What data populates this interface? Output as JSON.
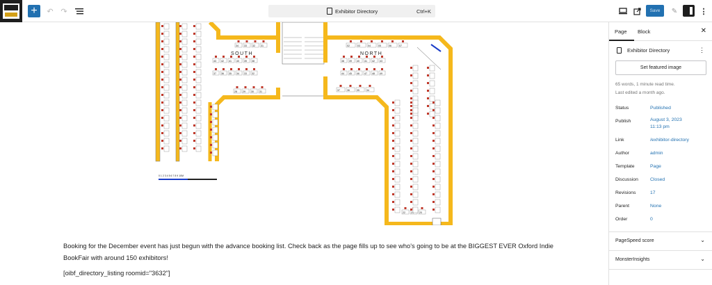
{
  "topbar": {
    "document_title": "Exhibitor Directory",
    "shortcut": "Ctrl+K",
    "save_label": "Save"
  },
  "floorplan": {
    "south_label": "SOUTH",
    "north_label": "NORTH",
    "scale_label": "0 1 2 3 4 5 6 7 8 9 10M",
    "south_top_booths": [
      "34",
      "33",
      "32",
      "31"
    ],
    "south_mid_booths": [
      "43",
      "42",
      "41",
      "40",
      "39",
      "38"
    ],
    "south_mid2_booths": [
      "37",
      "36",
      "35",
      "34",
      "33",
      "32"
    ],
    "south_bottom_booths": [
      "28",
      "29",
      "30",
      "31"
    ],
    "north_top_booths": [
      "02",
      "03",
      "04",
      "05",
      "06",
      "07"
    ],
    "north_mid_booths": [
      "38",
      "39",
      "40",
      "41",
      "42",
      "43"
    ],
    "north_mid2_booths": [
      "44",
      "45",
      "46",
      "47",
      "48",
      "49"
    ],
    "north_bottom_booths": [
      "37",
      "36",
      "35",
      "34"
    ],
    "bottom_booths": [
      "22",
      "21",
      "20"
    ]
  },
  "content": {
    "paragraph": "Booking for the December event has just begun with the advance booking list. Check back as the page fills up to see who's going to be at the BIGGEST EVER Oxford Indie BookFair with around 150 exhibitors!",
    "shortcode": "[oibf_directory_listing roomid=\"3632\"]"
  },
  "sidebar": {
    "tab_page": "Page",
    "tab_block": "Block",
    "doc_title": "Exhibitor Directory",
    "featured_image_button": "Set featured image",
    "word_count": "65 words, 1 minute read time.",
    "last_edited": "Last edited a month ago.",
    "fields": [
      {
        "label": "Status",
        "value": "Published"
      },
      {
        "label": "Publish",
        "value": "August 3, 2023",
        "value2": "11:13 pm"
      },
      {
        "label": "Link",
        "value": "/exhibitor-directory"
      },
      {
        "label": "Author",
        "value": "admin"
      },
      {
        "label": "Template",
        "value": "Page"
      },
      {
        "label": "Discussion",
        "value": "Closed"
      },
      {
        "label": "Revisions",
        "value": "17"
      },
      {
        "label": "Parent",
        "value": "None"
      },
      {
        "label": "Order",
        "value": "0"
      }
    ],
    "panels": [
      "PageSpeed score",
      "MonsterInsights"
    ]
  },
  "colors": {
    "accent": "#2271b1",
    "wall": "#f5b81c",
    "booth": "#c0392b"
  },
  "icons": {
    "add": "plus-icon",
    "undo": "undo-icon",
    "redo": "redo-icon",
    "list_view": "list-view-icon",
    "view": "desktop-icon",
    "external": "external-link-icon",
    "tools": "tools-icon",
    "sidebar": "sidebar-icon",
    "options": "vertical-dots-icon"
  }
}
